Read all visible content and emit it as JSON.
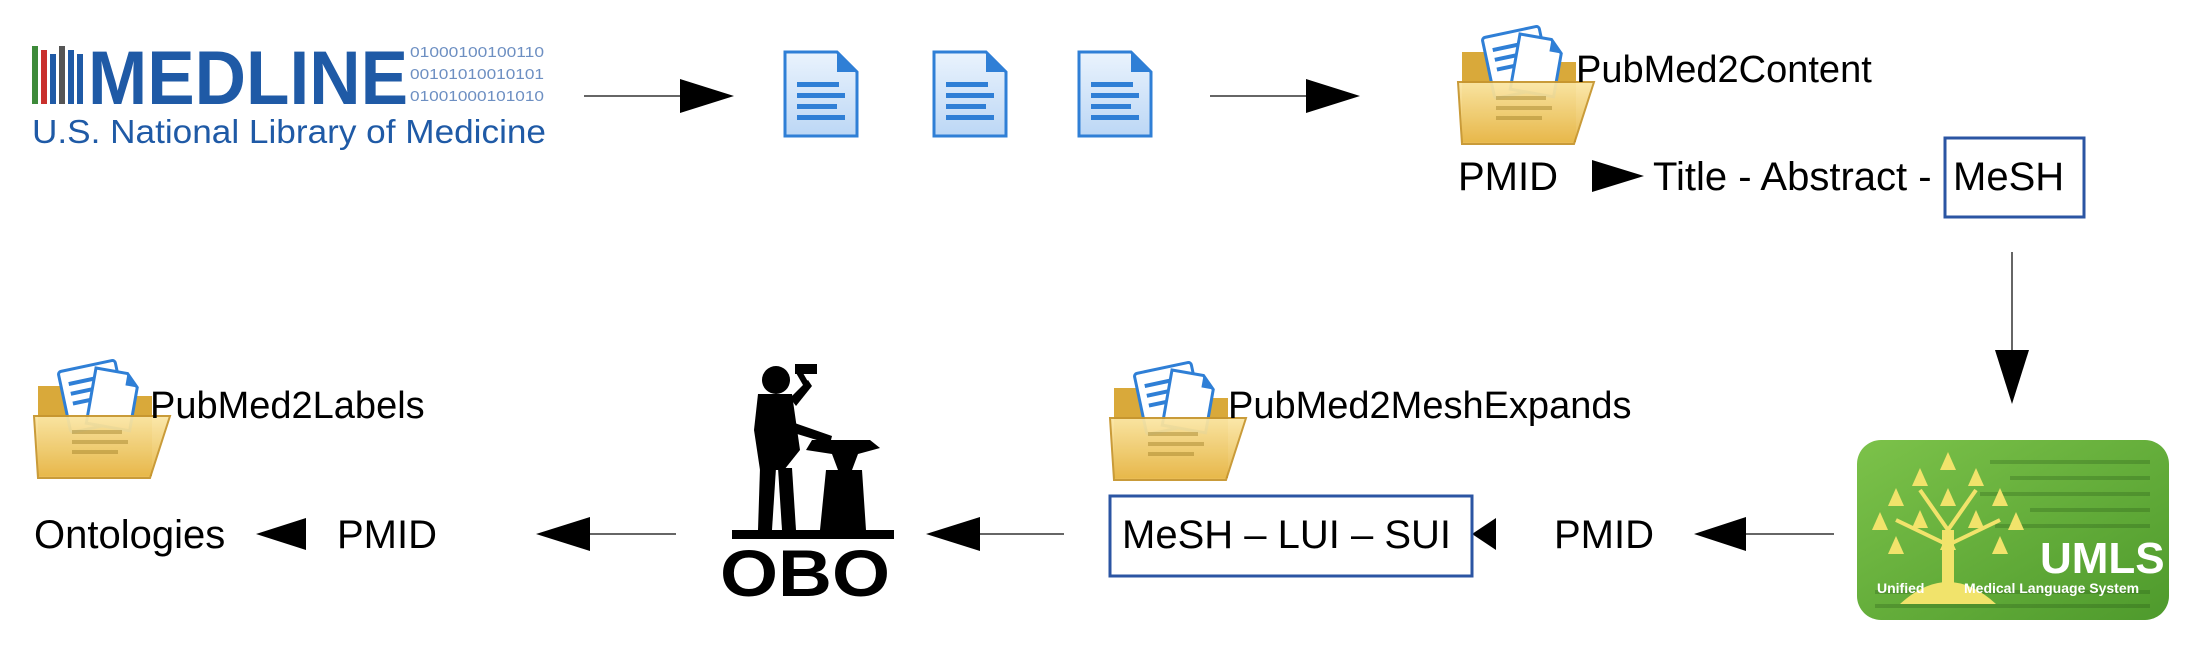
{
  "medline_logo": {
    "word": "MEDLINE",
    "subtitle": "U.S. National Library of Medicine",
    "binary": [
      "01000100100110",
      "00101010010101",
      "01001000101010"
    ],
    "colors": {
      "blue": "#1f5aa6",
      "red": "#c9302c",
      "green": "#3d8a3a",
      "gray": "#555555"
    }
  },
  "top": {
    "pubmed2content_label": "PubMed2Content",
    "pmid": "PMID",
    "title_abstract": "Title - Abstract -",
    "mesh": "MeSH"
  },
  "umls_logo": {
    "word": "UMLS",
    "left_caption": "Unified",
    "right_caption": "Medical Language System",
    "colors": {
      "bg": "#6db33f",
      "dark": "#4f8f2a",
      "tree": "#f1e36b"
    }
  },
  "middle": {
    "pmid": "PMID",
    "mesh_lui_sui": "MeSH – LUI – SUI",
    "pubmed2meshexpands_label": "PubMed2MeshExpands"
  },
  "obo_logo": {
    "word": "OBO"
  },
  "left": {
    "pubmed2labels_label": "PubMed2Labels",
    "pmid": "PMID",
    "ontologies": "Ontologies"
  },
  "colors": {
    "arrow": "#000000",
    "box_border": "#2b55a3",
    "folder": "#f3d57a",
    "folder_dark": "#d9a93a",
    "doc_blue": "#2f7fd6",
    "doc_light": "#dceaf9"
  }
}
